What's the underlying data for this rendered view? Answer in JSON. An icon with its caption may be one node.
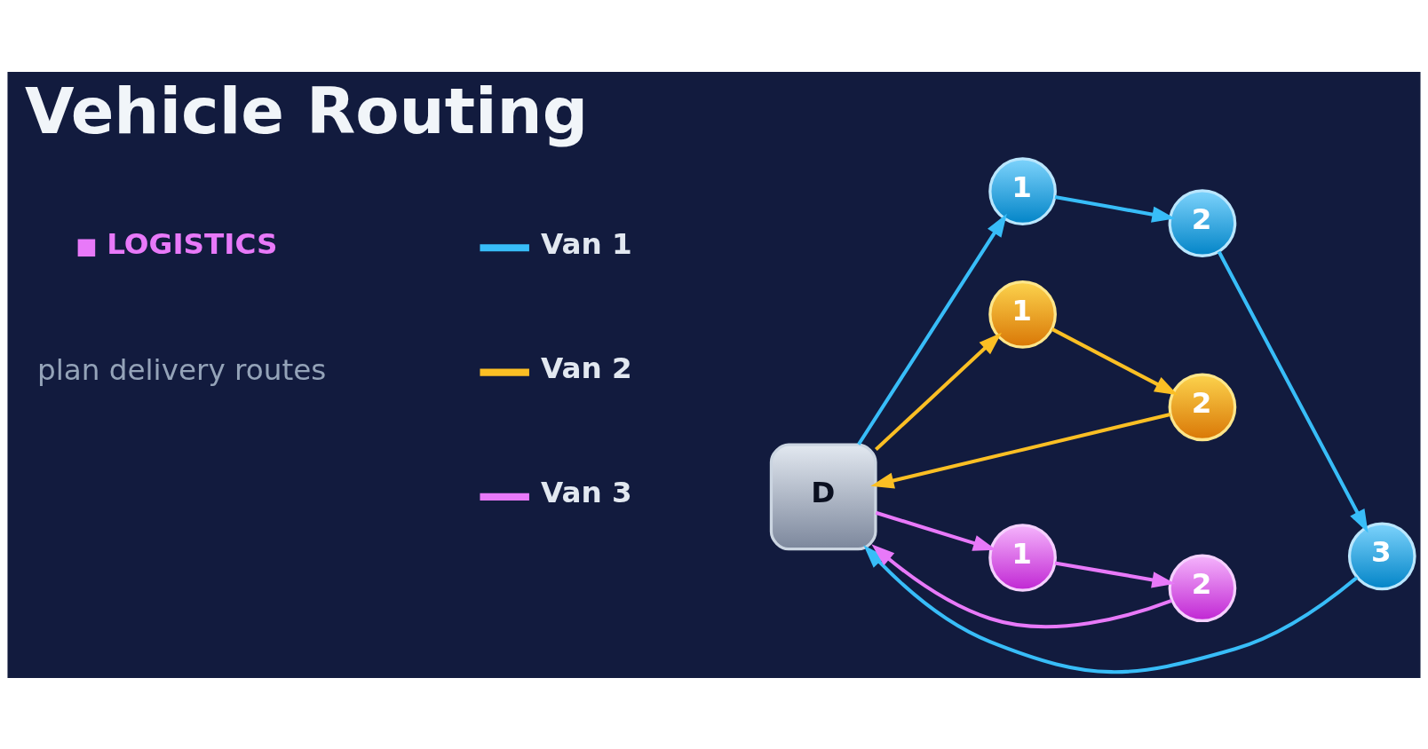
{
  "diagram": {
    "title": "Vehicle Routing",
    "nodes": [
      {
        "text": [
          "D"
        ]
      },
      {
        "text": [
          "1"
        ]
      },
      {
        "text": [
          "2"
        ]
      },
      {
        "text": [
          "3"
        ]
      },
      {
        "text": [
          "1"
        ]
      },
      {
        "text": [
          "2"
        ]
      },
      {
        "text": [
          "2"
        ]
      },
      {
        "text": [
          "1"
        ]
      }
    ],
    "edges": [
      {
        "from": 0,
        "to": 1,
        "arrow": "to",
        "color": "#38bdf8"
      },
      {
        "from": 1,
        "to": 2,
        "arrow": "to",
        "color": "#38bdf8"
      },
      {
        "from": 2,
        "to": 3,
        "arrow": "to",
        "color": "#38bdf8"
      },
      {
        "from": 3,
        "to": 0,
        "arrow": "to",
        "color": "#38bdf8"
      },
      {
        "from": 0,
        "to": 4,
        "arrow": "to",
        "color": "#fbbf24"
      },
      {
        "from": 4,
        "to": 5,
        "arrow": "to",
        "color": "#fbbf24"
      },
      {
        "from": 5,
        "to": 0,
        "arrow": "to",
        "color": "#fbbf24"
      },
      {
        "from": 0,
        "to": 7,
        "arrow": "to",
        "color": "#e879f9"
      },
      {
        "from": 7,
        "to": 6,
        "arrow": "to",
        "color": "#e879f9"
      },
      {
        "from": 6,
        "to": 0,
        "arrow": "to",
        "color": "#e879f9"
      }
    ],
    "labels": [
      "LOGISTICS",
      "plan delivery routes"
    ],
    "legend": [
      {
        "text": "Van 1"
      },
      {
        "text": "Van 2"
      },
      {
        "text": "Van 3"
      }
    ]
  }
}
